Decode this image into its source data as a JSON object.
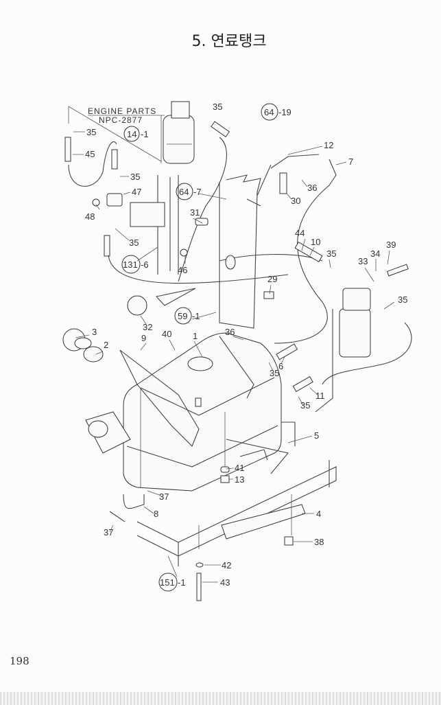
{
  "title": "5. 연료탱크",
  "page_number": "198",
  "engine_parts": {
    "line1": "ENGINE PARTS",
    "line2": "NPC-2877"
  },
  "refs": {
    "r14": {
      "num": "14",
      "suffix": "-1"
    },
    "r64a": {
      "num": "64",
      "suffix": "-19"
    },
    "r64b": {
      "num": "64",
      "suffix": "-7"
    },
    "r131": {
      "num": "131",
      "suffix": "-6"
    },
    "r59": {
      "num": "59",
      "suffix": "-1"
    },
    "r151": {
      "num": "151",
      "suffix": "-1"
    }
  },
  "callouts": [
    "35",
    "35",
    "45",
    "35",
    "47",
    "48",
    "35",
    "46",
    "12",
    "7",
    "36",
    "30",
    "31",
    "44",
    "10",
    "35",
    "39",
    "34",
    "33",
    "35",
    "29",
    "32",
    "3",
    "2",
    "9",
    "40",
    "1",
    "36",
    "35",
    "6",
    "11",
    "35",
    "5",
    "41",
    "13",
    "37",
    "8",
    "37",
    "4",
    "38",
    "42",
    "43"
  ]
}
